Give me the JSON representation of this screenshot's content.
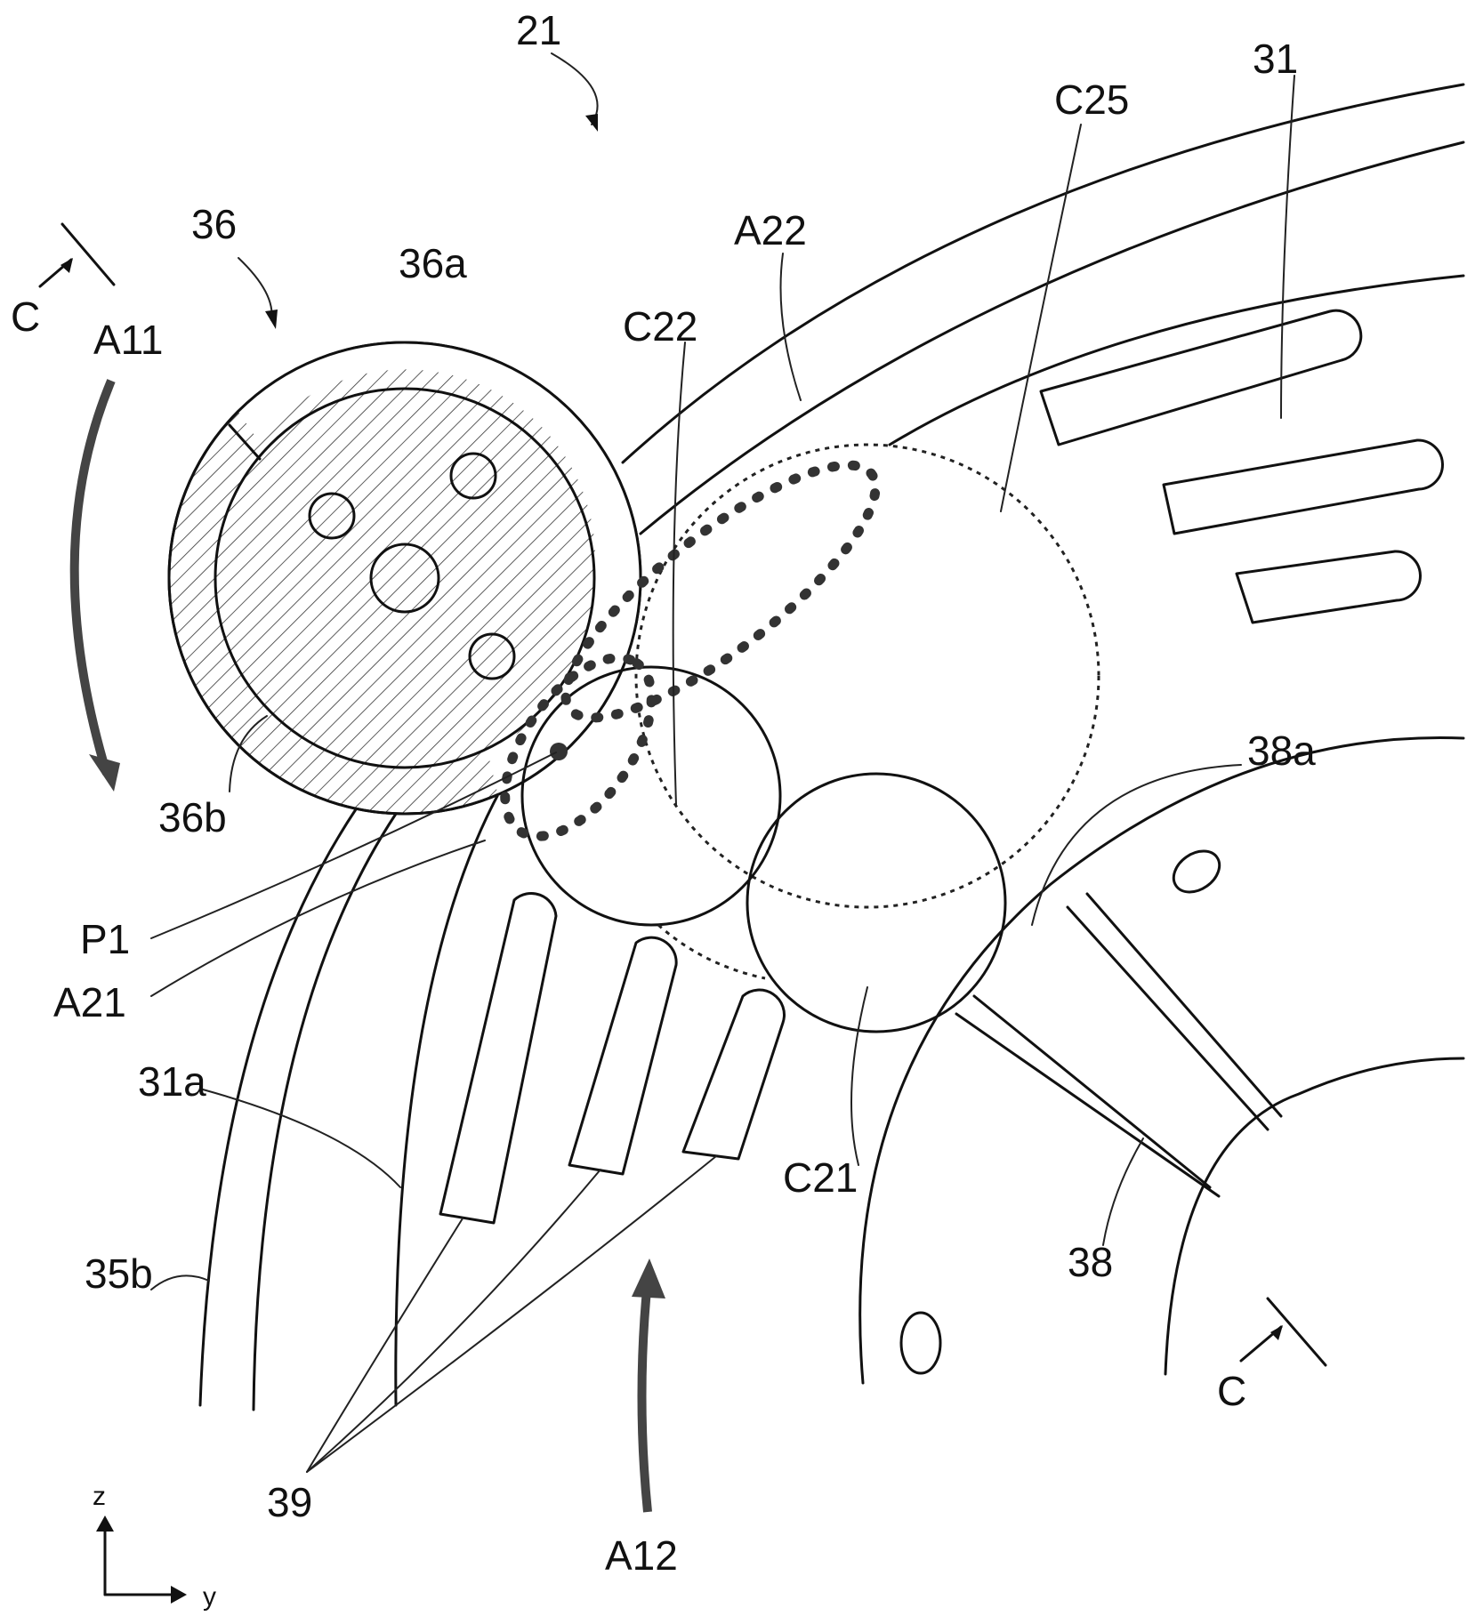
{
  "figure": {
    "labels": {
      "ref_21": "21",
      "ref_36": "36",
      "ref_36a": "36a",
      "ref_36b": "36b",
      "ref_31": "31",
      "ref_31a": "31a",
      "ref_35b": "35b",
      "ref_38": "38",
      "ref_38a": "38a",
      "ref_39": "39",
      "c22": "C22",
      "c21": "C21",
      "c25": "C25",
      "a11": "A11",
      "a12": "A12",
      "a21": "A21",
      "a22": "A22",
      "p1": "P1",
      "section_c_top": "C",
      "section_c_bottom": "C"
    },
    "axes": {
      "vertical": "z",
      "horizontal": "y"
    }
  }
}
